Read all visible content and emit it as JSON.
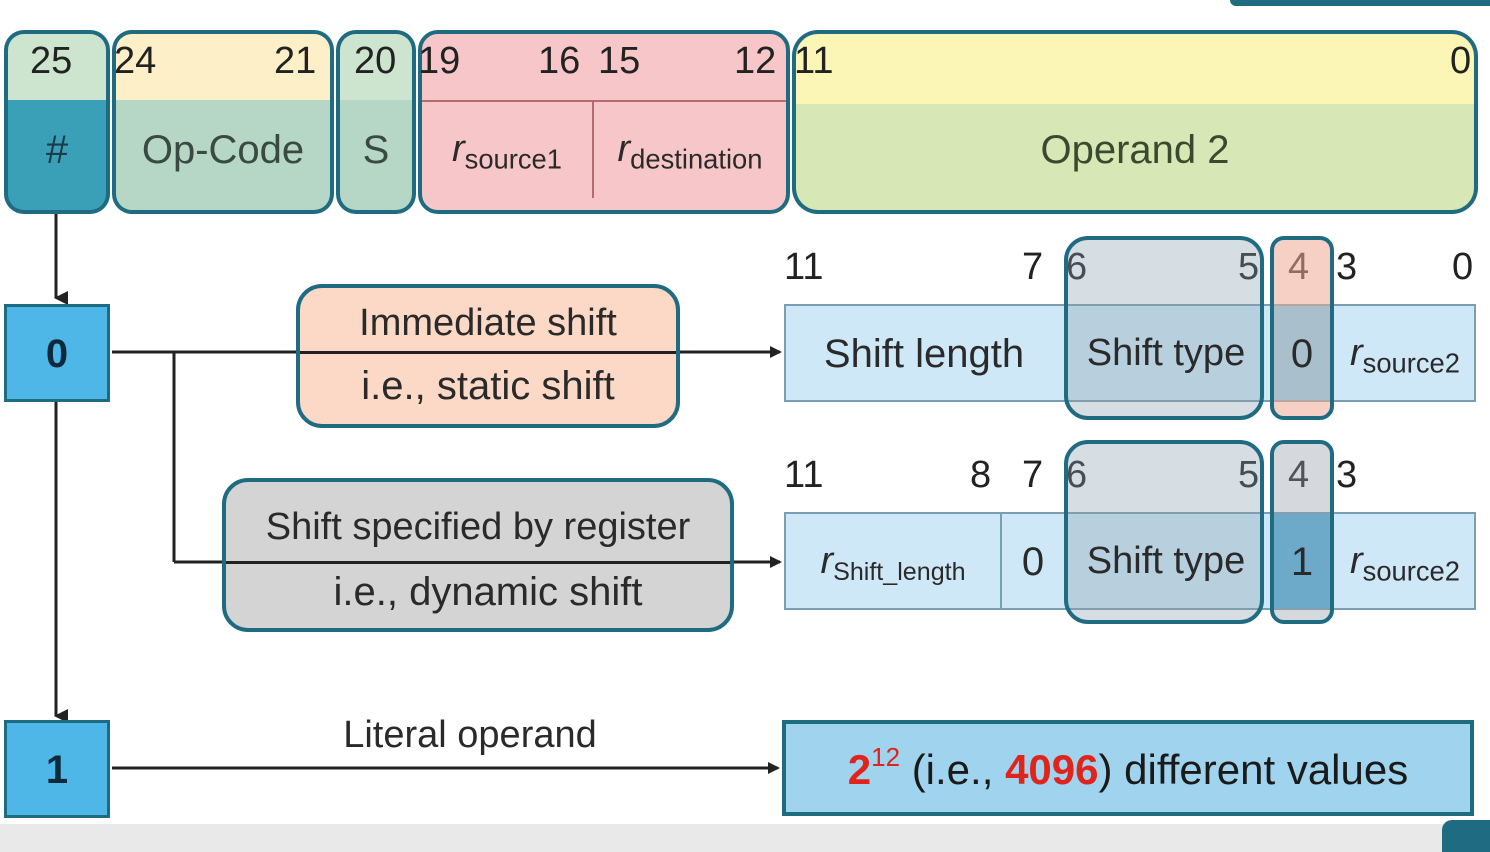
{
  "instruction_fields": {
    "hash": {
      "bit_high": "25",
      "label": "#"
    },
    "opcode": {
      "bit_high": "24",
      "bit_low": "21",
      "label": "Op-Code"
    },
    "s": {
      "bit_high": "20",
      "label": "S"
    },
    "rsource1": {
      "bit_high": "19",
      "bit_low": "16",
      "label_main": "r",
      "label_sub": "source1"
    },
    "rdest": {
      "bit_high": "15",
      "bit_low": "12",
      "label_main": "r",
      "label_sub": "destination"
    },
    "operand2": {
      "bit_high": "11",
      "bit_low": "0",
      "label": "Operand 2"
    }
  },
  "mode_boxes": {
    "zero": "0",
    "one": "1"
  },
  "immediate_shift": {
    "line1": "Immediate shift",
    "line2": "i.e., static shift",
    "bits": {
      "b11": "11",
      "b7": "7",
      "b6": "6",
      "b5": "5",
      "b4": "4",
      "b3": "3",
      "b0": "0"
    },
    "fields": {
      "shift_length": "Shift length",
      "shift_type": "Shift type",
      "flag": "0",
      "rsource2_main": "r",
      "rsource2_sub": "source2"
    }
  },
  "register_shift": {
    "line1": "Shift specified by register",
    "line2": "i.e., dynamic shift",
    "bits": {
      "b11": "11",
      "b8": "8",
      "b7": "7",
      "b6": "6",
      "b5": "5",
      "b4": "4",
      "b3": "3"
    },
    "fields": {
      "rshift_main": "r",
      "rshift_sub": "Shift_length",
      "zero": "0",
      "shift_type": "Shift type",
      "flag": "1",
      "rsource2_main": "r",
      "rsource2_sub": "source2"
    }
  },
  "literal": {
    "label": "Literal operand",
    "base": "2",
    "exponent": "12",
    "mid1": " (i.e., ",
    "value": "4096",
    "mid2": ") different values"
  },
  "colors": {
    "teal_border": "#1f6b82",
    "mode_box": "#4fb6e8",
    "light_blue_field": "#cfe8f7",
    "red_highlight": "#e0241b"
  }
}
